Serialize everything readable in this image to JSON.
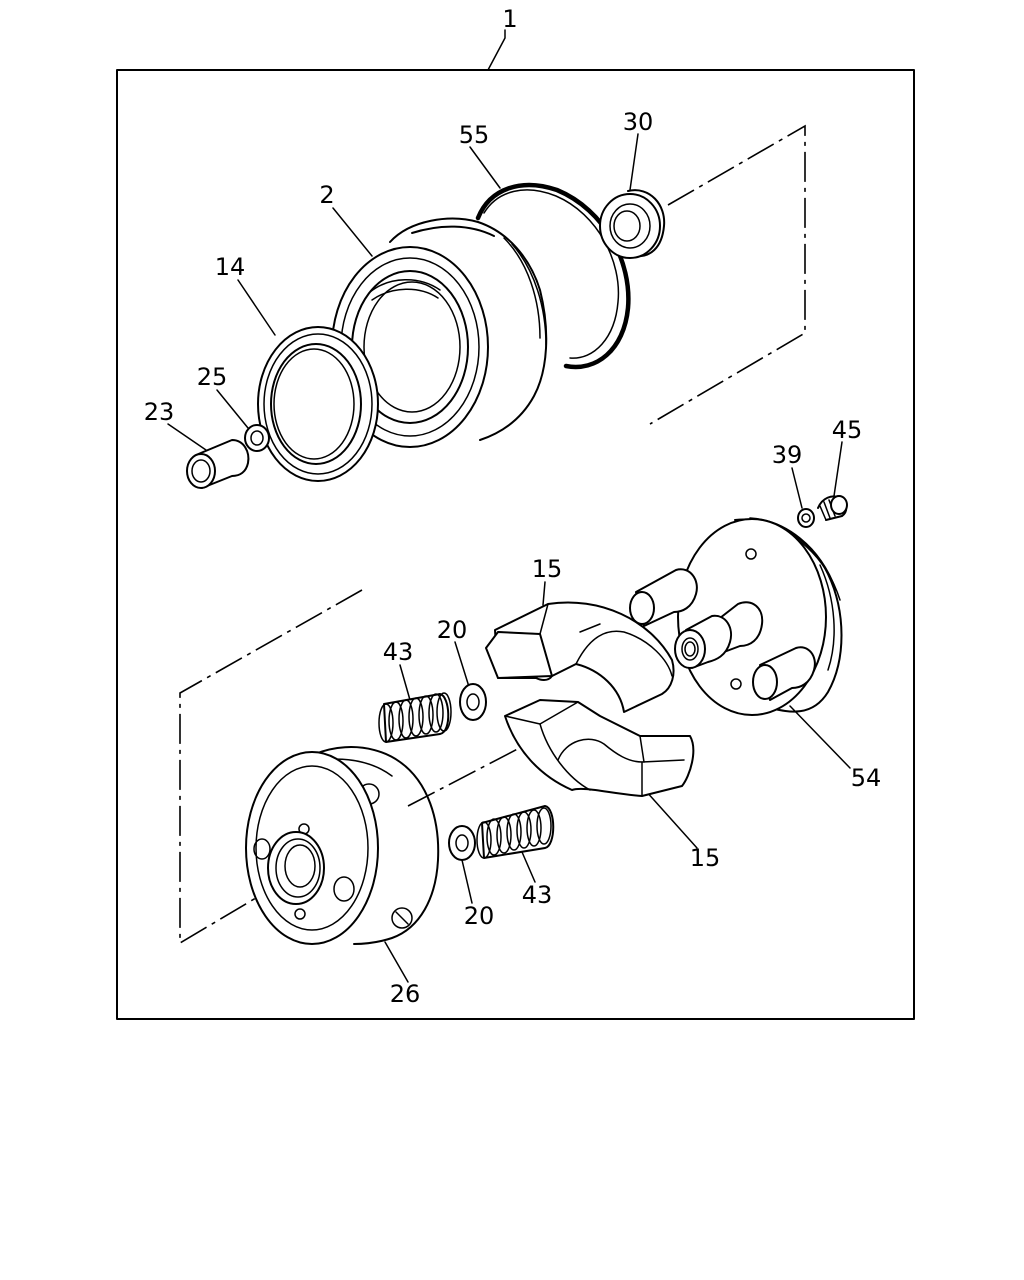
{
  "diagram": {
    "callouts": {
      "assembly": "1",
      "housing": "2",
      "seal_ring": "14",
      "shoe_upper": "15",
      "shoe_lower": "15",
      "washer_upper": "20",
      "washer_lower": "20",
      "pin": "23",
      "small_ring": "25",
      "hub": "26",
      "bearing": "30",
      "small_washer": "39",
      "spring_upper": "43",
      "spring_lower": "43",
      "screw": "45",
      "plate": "54",
      "o_ring": "55"
    }
  }
}
